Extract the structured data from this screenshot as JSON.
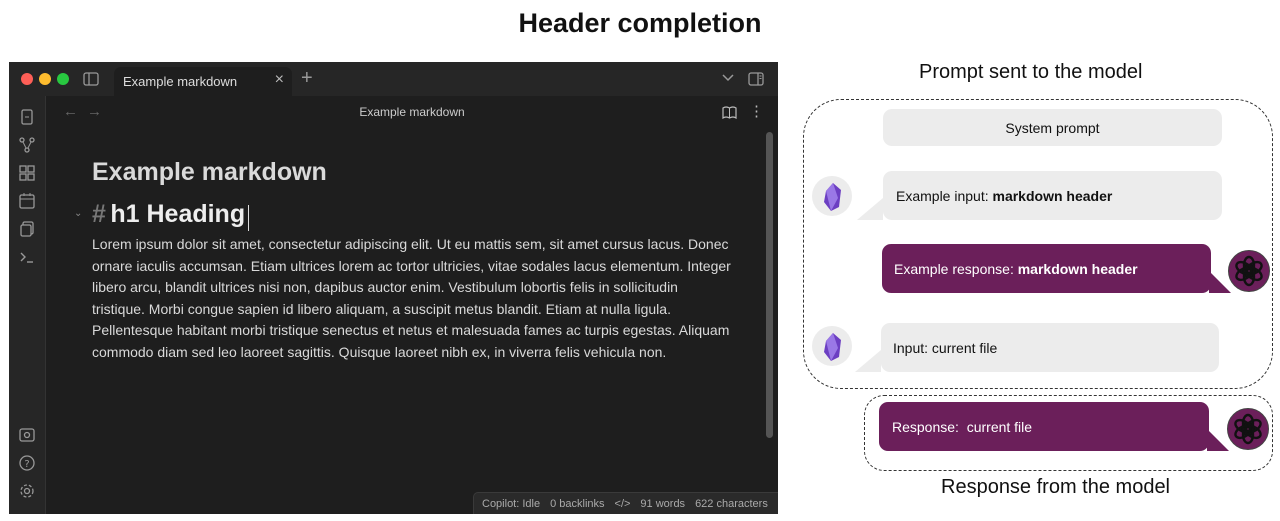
{
  "page_title": "Header completion",
  "window": {
    "tab_title": "Example markdown",
    "doc_title": "Example markdown",
    "heading_title": "Example markdown",
    "h1_marker": "#",
    "h1_text": "h1 Heading",
    "paragraph": "Lorem ipsum dolor sit amet, consectetur adipiscing elit. Ut eu mattis sem, sit amet cursus lacus. Donec ornare iaculis accumsan. Etiam ultrices lorem ac tortor ultricies, vitae sodales lacus elementum. Integer libero arcu, blandit ultrices nisi non, dapibus auctor enim. Vestibulum lobortis felis in sollicitudin tristique. Morbi congue sapien id libero aliquam, a suscipit metus blandit. Etiam at nulla ligula. Pellentesque habitant morbi tristique senectus et netus et malesuada fames ac turpis egestas. Aliquam commodo diam sed leo laoreet sagittis. Quisque laoreet nibh ex, in viverra felis vehicula non.",
    "status": {
      "copilot": "Copilot: Idle",
      "backlinks": "0 backlinks",
      "code_icon": "</>",
      "words": "91 words",
      "characters": "622 characters"
    }
  },
  "diagram": {
    "prompt_title": "Prompt sent to the model",
    "response_title": "Response from the model",
    "system_prompt": "System prompt",
    "example_input_label": "Example input: ",
    "example_input_bold": "markdown header",
    "example_response_label": "Example response: ",
    "example_response_bold": "markdown header",
    "input": "Input: current file",
    "response": "Response:  current file"
  },
  "colors": {
    "accent_purple": "#6b1f5a",
    "bubble_grey": "#ececec",
    "editor_bg": "#1e1e1e"
  },
  "icons": [
    "sidebar-toggle-icon",
    "chevron-down-icon",
    "right-sidebar-icon",
    "back-arrow-icon",
    "forward-arrow-icon",
    "reading-view-icon",
    "more-options-icon",
    "files-icon",
    "graph-icon",
    "canvas-icon",
    "calendar-icon",
    "copy-icon",
    "terminal-icon",
    "vault-icon",
    "help-icon",
    "settings-icon",
    "obsidian-logo-icon",
    "openai-logo-icon"
  ]
}
